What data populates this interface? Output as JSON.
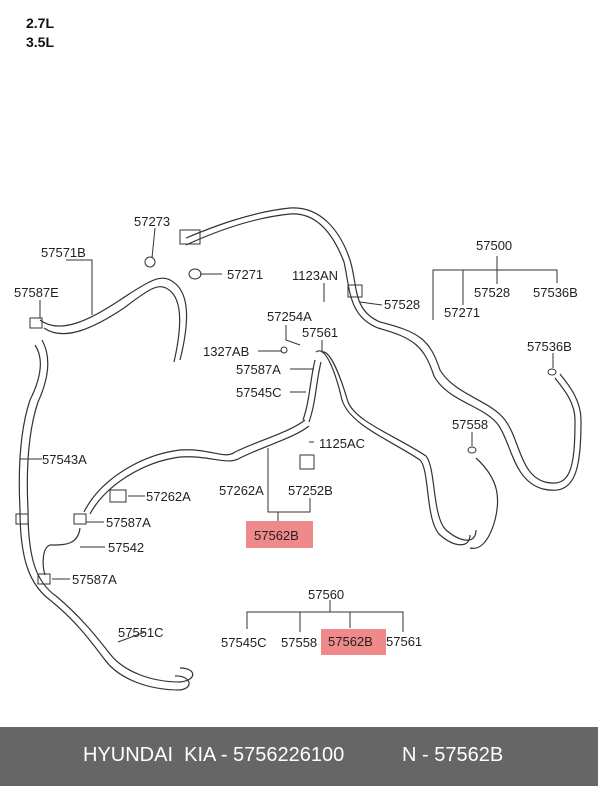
{
  "engine_variants": [
    "2.7L",
    "3.5L"
  ],
  "labels": {
    "l57273": "57273",
    "l57571B": "57571B",
    "l57587E": "57587E",
    "l57271": "57271",
    "l1123AN": "1123AN",
    "l57528": "57528",
    "l57500": "57500",
    "l57528b": "57528",
    "l57536B": "57536B",
    "l57271b": "57271",
    "l57254A": "57254A",
    "l57561": "57561",
    "l1327AB": "1327AB",
    "l57536B2": "57536B",
    "l57587A": "57587A",
    "l57545C": "57545C",
    "l57543A": "57543A",
    "l57558": "57558",
    "l1125AC": "1125AC",
    "l57262A": "57262A",
    "l57262A2": "57262A",
    "l57252B": "57252B",
    "l57562B": "57562B",
    "l57587A2": "57587A",
    "l57542": "57542",
    "l57587A3": "57587A",
    "l57560": "57560",
    "l57551C": "57551C",
    "l57545C2": "57545C",
    "l57558b": "57558",
    "l57562B2": "57562B",
    "l57561b": "57561"
  },
  "footer": {
    "brand": "HYUNDAI  KIA - 5756226100",
    "number": "N - 57562B"
  },
  "colors": {
    "highlight": "#f08a8a",
    "footer_bg": "#666666",
    "footer_text": "#ffffff"
  }
}
